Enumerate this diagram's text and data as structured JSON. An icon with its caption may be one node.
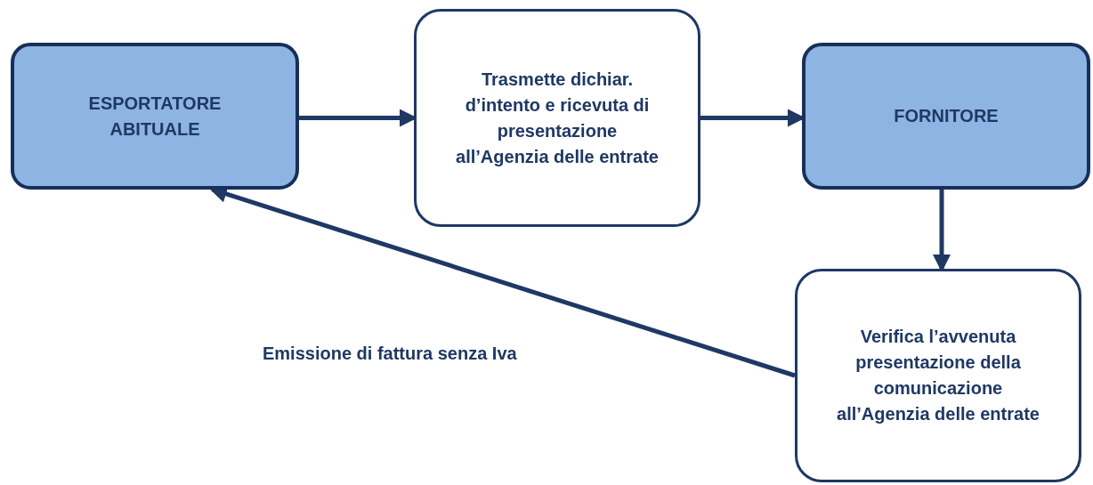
{
  "diagram": {
    "nodes": [
      {
        "text": [
          "ESPORTATORE ABITUALE"
        ]
      },
      {
        "text": [
          "Trasmette dichiar. d’intento e ricevuta di presentazione all’Agenzia delle entrate"
        ]
      },
      {
        "text": [
          "FORNITORE"
        ]
      },
      {
        "text": [
          "Verifica l’avvenuta presentazione della comunicazione all’Agenzia delle entrate"
        ]
      }
    ],
    "edges": [
      {
        "from": 0,
        "to": 1,
        "arrow": "to"
      },
      {
        "from": 1,
        "to": 2,
        "arrow": "to"
      },
      {
        "from": 2,
        "to": 3,
        "arrow": "to"
      },
      {
        "from": 3,
        "to": 0,
        "arrow": "to",
        "label": "Emissione di fattura senza Iva"
      }
    ]
  }
}
